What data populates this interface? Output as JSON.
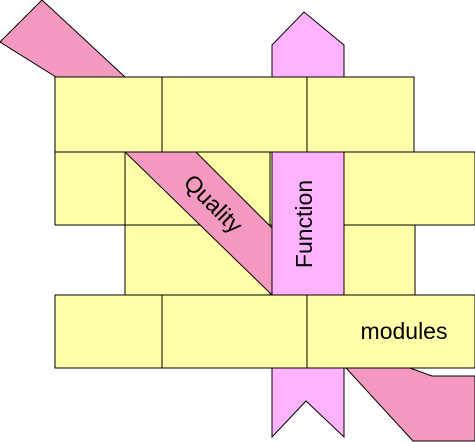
{
  "labels": {
    "quality": "Quality",
    "function": "Function",
    "modules": "modules"
  },
  "colors": {
    "brick": "#FFFFAA",
    "quality_band": "#F49AC1",
    "function_band": "#FFB3FF",
    "outline": "#000000"
  },
  "icons": {
    "wall": "brick-wall",
    "quality_band": "diagonal-ribbon-arrow",
    "function_band": "vertical-ribbon-arrow"
  }
}
